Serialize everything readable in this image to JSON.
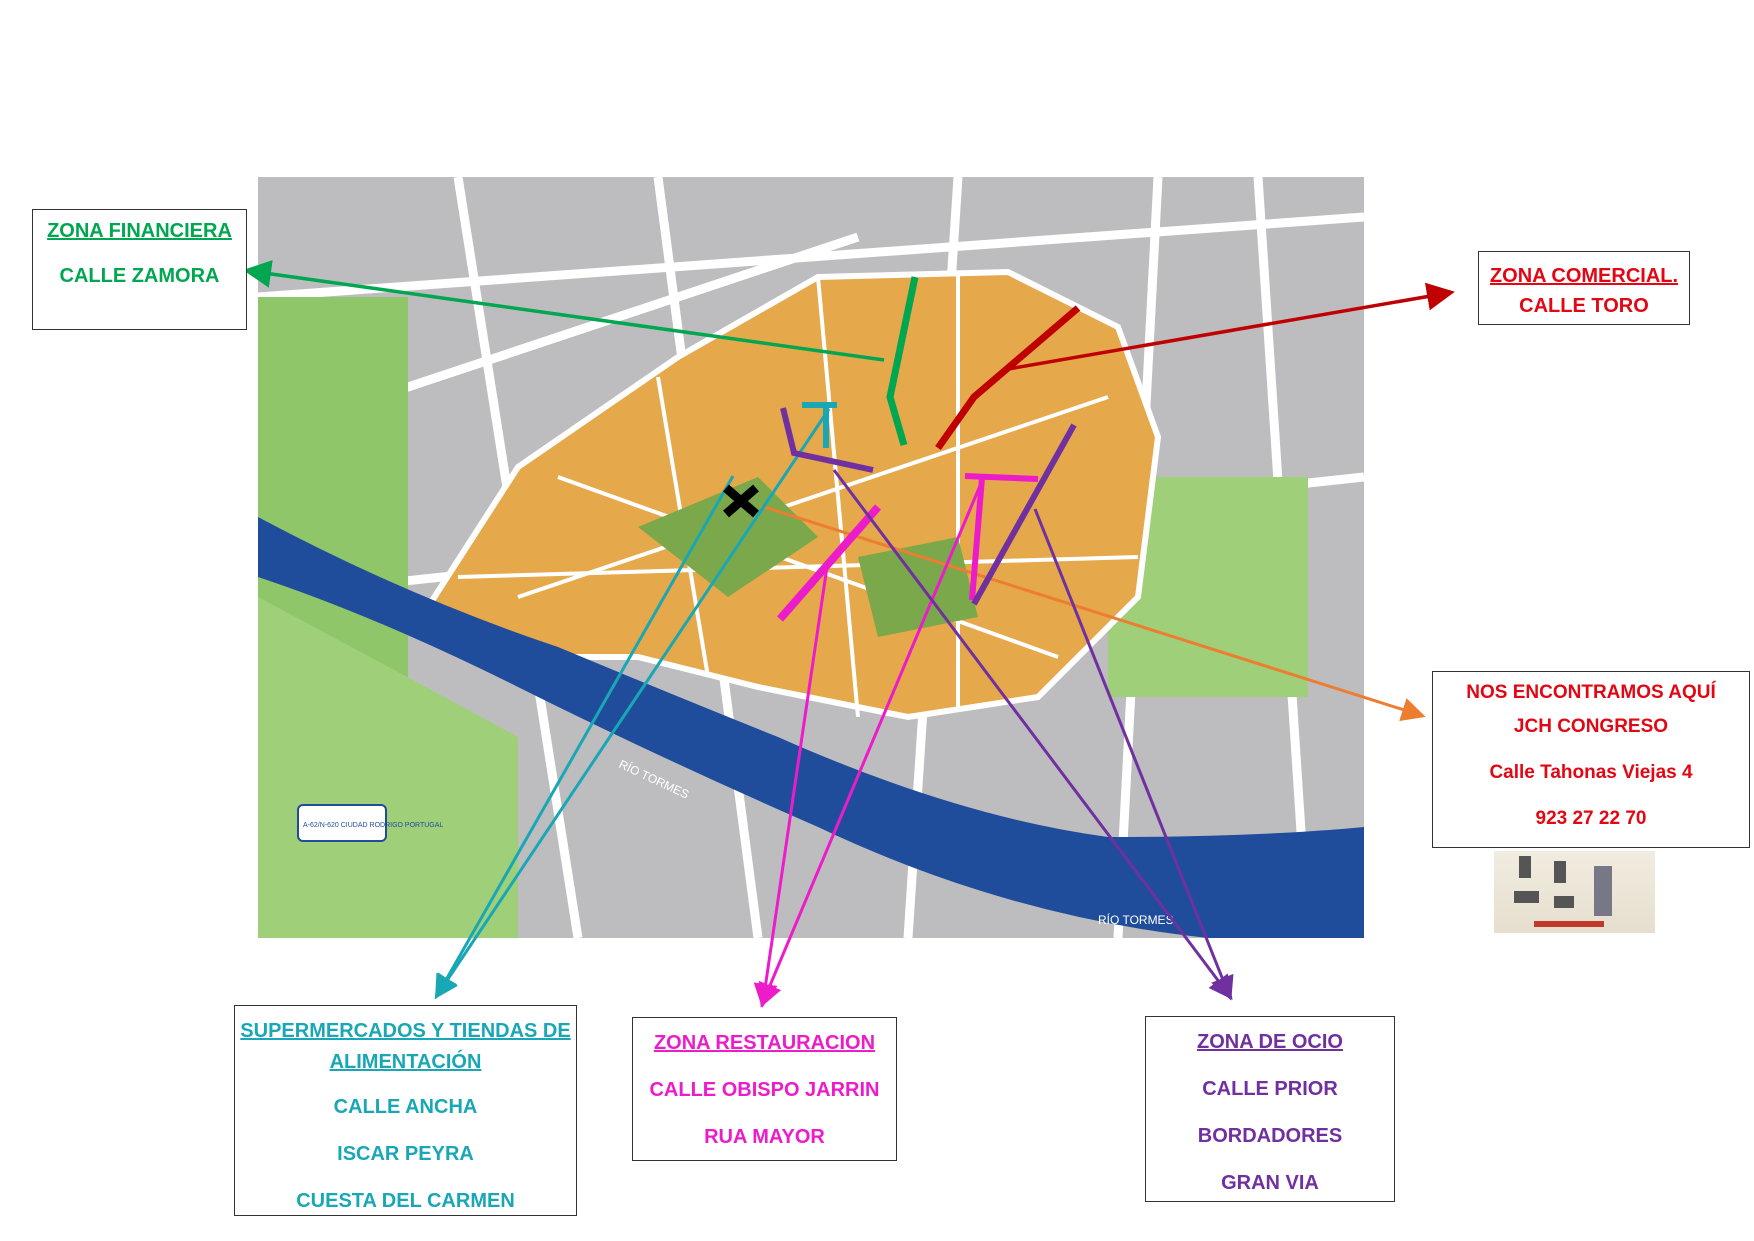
{
  "financiera": {
    "title": "ZONA FINANCIERA",
    "street": "CALLE ZAMORA",
    "color": "#00a650"
  },
  "comercial": {
    "title": "ZONA COMERCIAL.",
    "street": "CALLE TORO",
    "color": "#e30613"
  },
  "location": {
    "line1": "NOS ENCONTRAMOS AQUÍ",
    "line2": "JCH CONGRESO",
    "address": "Calle Tahonas Viejas 4",
    "phone": "923 27 22 70",
    "color": "#e30613"
  },
  "supermercados": {
    "title_1": "SUPERMERCADOS Y TIENDAS DE",
    "title_2": "ALIMENTACIÓN",
    "streets": [
      "CALLE ANCHA",
      "ISCAR PEYRA",
      "CUESTA DEL CARMEN"
    ],
    "color": "#1aa7b5"
  },
  "restauracion": {
    "title": "ZONA RESTAURACION",
    "streets": [
      "CALLE OBISPO JARRIN",
      "RUA MAYOR"
    ],
    "color": "#ec1ccb"
  },
  "ocio": {
    "title": "ZONA DE OCIO",
    "streets": [
      "CALLE PRIOR",
      "BORDADORES",
      "GRAN VIA"
    ],
    "color": "#7030a0"
  },
  "map": {
    "river_label": "RÍO TORMES",
    "sign": "A-62/N-620 CIUDAD RODRIGO PORTUGAL"
  }
}
